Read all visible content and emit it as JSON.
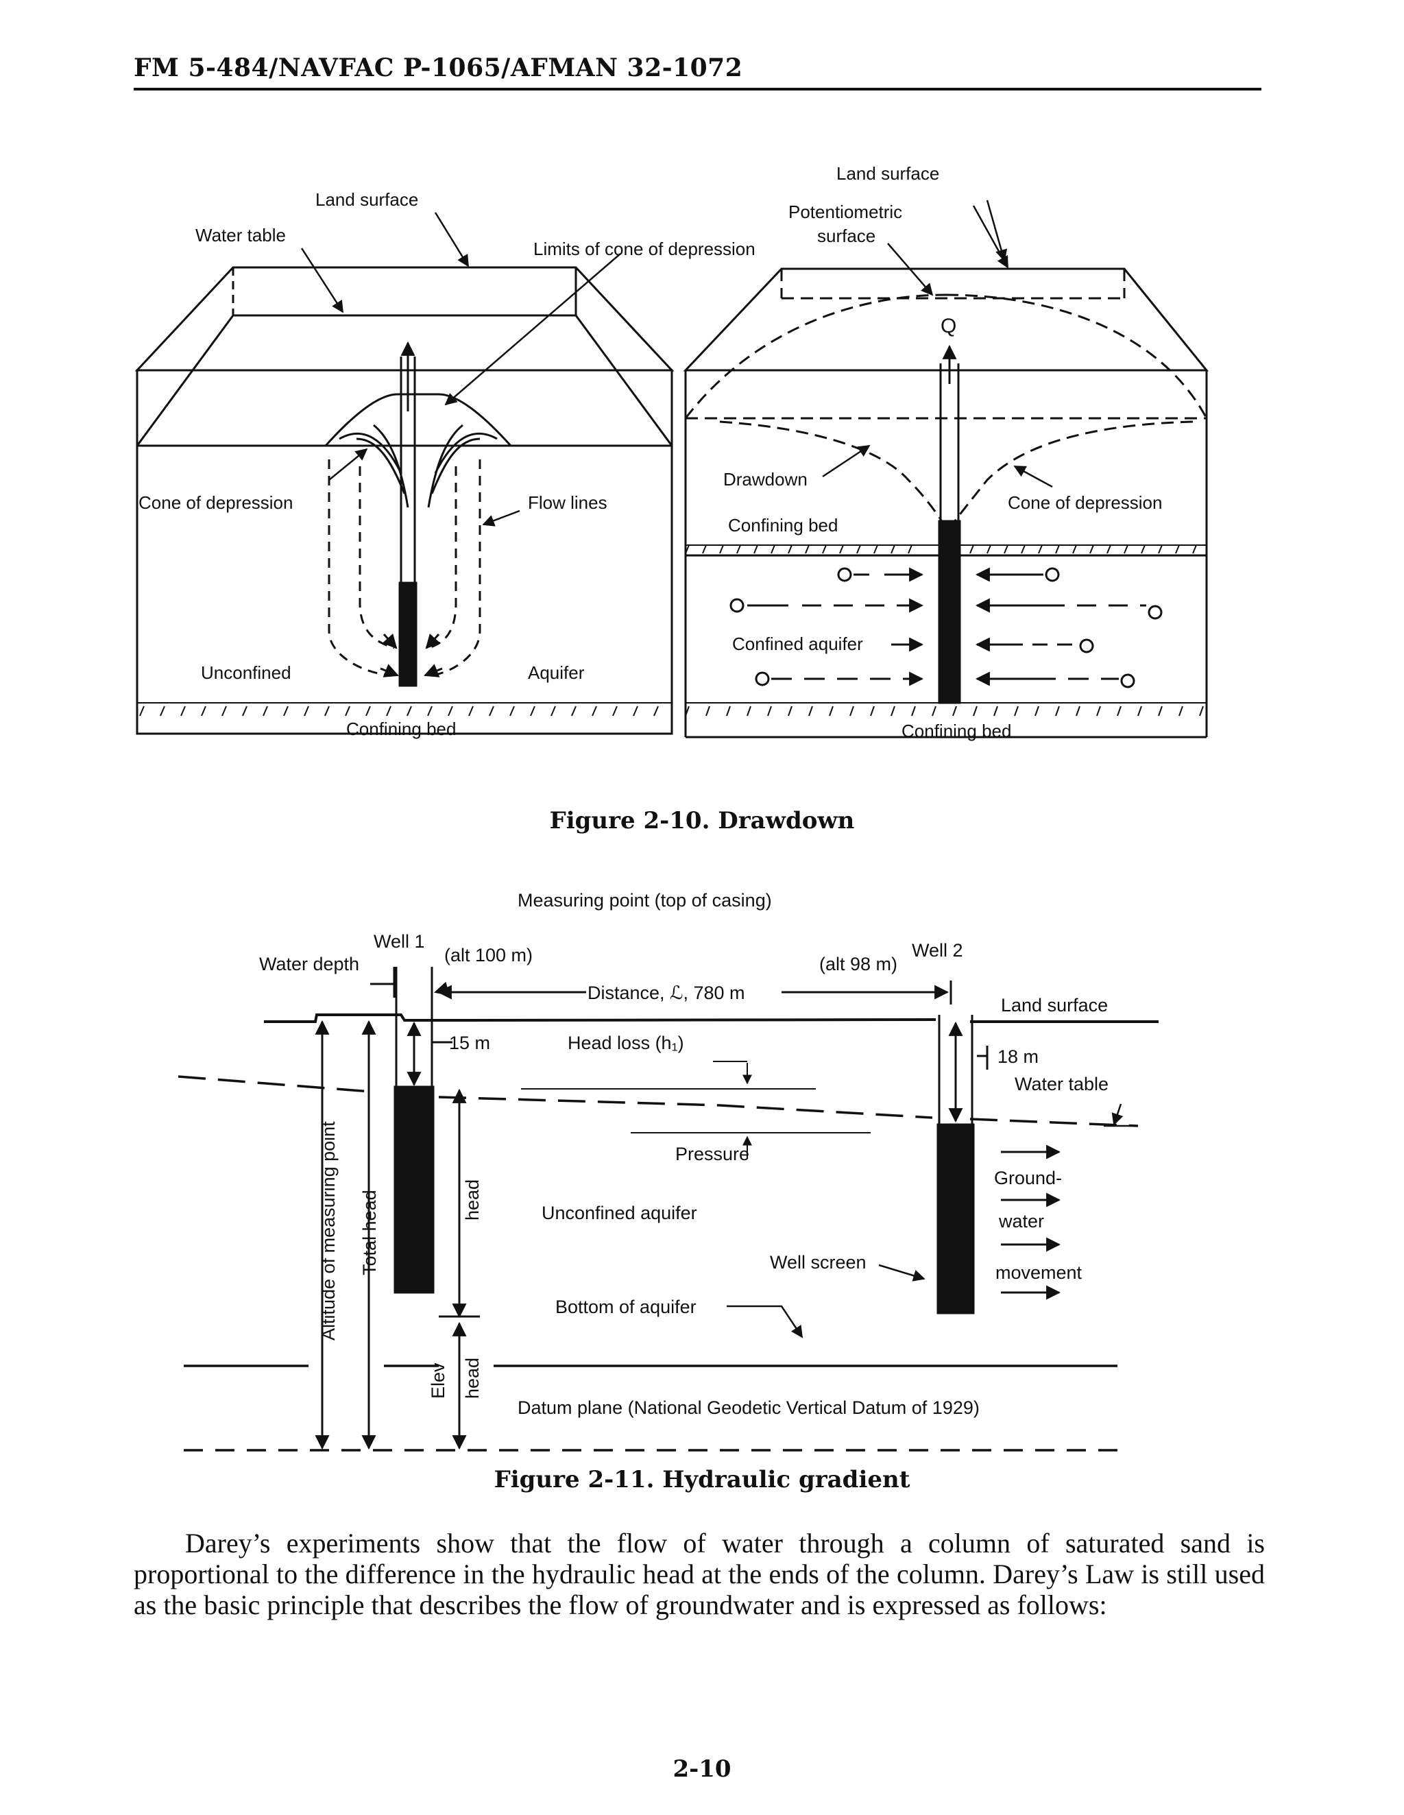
{
  "header": {
    "doc_id": "FM 5-484/NAVFAC P-1065/AFMAN 32-1072"
  },
  "figure_2_10": {
    "caption": "Figure 2-10. Drawdown",
    "left": {
      "land_surface": "Land surface",
      "water_table": "Water table",
      "limits": "Limits of cone of depression",
      "cone": "Cone of depression",
      "flow_lines": "Flow lines",
      "unconfined": "Unconfined",
      "aquifer": "Aquifer",
      "confining_bed": "Confining bed"
    },
    "right": {
      "land_surface": "Land surface",
      "potentiometric_1": "Potentiometric",
      "potentiometric_2": "surface",
      "q": "Q",
      "drawdown": "Drawdown",
      "cone": "Cone of depression",
      "confining_bed_top": "Confining bed",
      "confined_aquifer": "Confined aquifer",
      "confining_bed_bottom": "Confining bed"
    }
  },
  "figure_2_11": {
    "caption": "Figure 2-11. Hydraulic gradient",
    "measuring_point": "Measuring point (top of casing)",
    "well1": "Well 1",
    "well2": "Well 2",
    "water_depth": "Water depth",
    "alt_100": "(alt 100 m)",
    "alt_98": "(alt 98 m)",
    "distance": "Distance, ℒ, 780 m",
    "land_surface": "Land surface",
    "depth_15": "15 m",
    "depth_18": "18 m",
    "head_loss": "Head loss (h₁)",
    "water_table": "Water table",
    "pressure": "Pressure",
    "altitude_mp": "Altitude of measuring point",
    "total_head": "Total head",
    "pressure_head": "head",
    "unconfined_aquifer": "Unconfined aquifer",
    "ground": "Ground-",
    "water": "water",
    "movement": "movement",
    "well_screen": "Well screen",
    "bottom_aquifer": "Bottom of aquifer",
    "elev": "Elev",
    "elev_head": "head",
    "datum": "Datum plane (National Geodetic Vertical Datum of 1929)"
  },
  "body": {
    "paragraph": "Darey’s experiments show that the flow of water through a column of saturated sand is proportional to the difference in the hydraulic head at the ends of the column. Darey’s Law is still used as the basic principle that describes the flow of groundwater and is expressed as follows:"
  },
  "footer": {
    "page_number": "2-10"
  }
}
